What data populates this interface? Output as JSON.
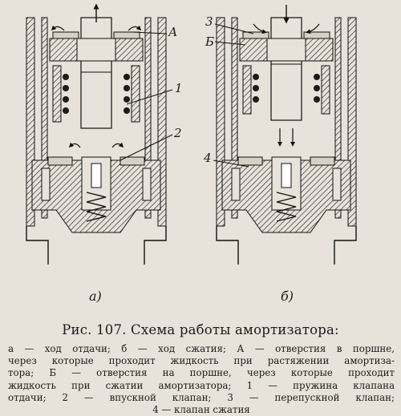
{
  "figure": {
    "callouts": {
      "A": "А",
      "one": "1",
      "two": "2",
      "three": "3",
      "b_label": "Б",
      "four": "4"
    },
    "sublabels": {
      "left": "а)",
      "right": "б)"
    },
    "caption": "Рис. 107. Схема работы амортизатора:",
    "legend": {
      "line1": "а — ход отдачи;  б — ход сжатия;  А — отверстия в поршне,",
      "line2": "через которые проходит жидкость при растяжении амортиза-",
      "line3": "тора;  Б — отверстия  на  поршне,  через  которые  проходит",
      "line4": "жидкость  при  сжатии  амортизатора;  1 — пружина  клапана",
      "line5": "отдачи;  2 — впускной  клапан;  3 — перепускной  клапан;",
      "line6": "4 — клапан сжатия"
    }
  }
}
